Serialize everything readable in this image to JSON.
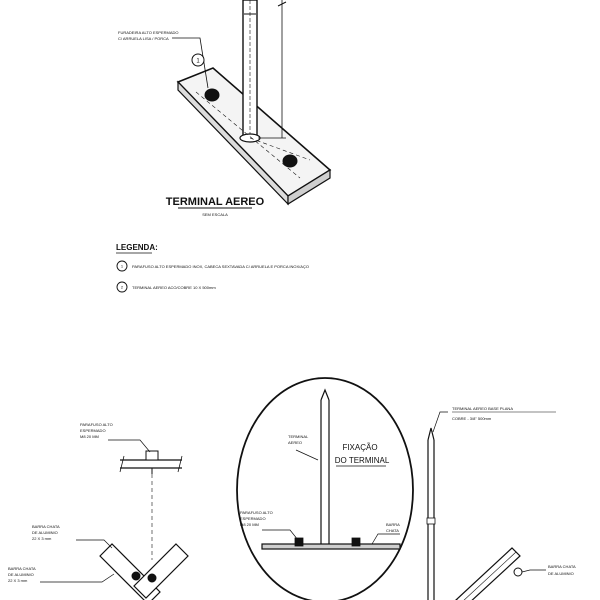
{
  "top_detail": {
    "callout_1": [
      "FURADEIRA ALTO ESPERMADO",
      "C/ ARRUELA LISA / PORCA"
    ],
    "marker": "1",
    "title": "TERMINAL AEREO",
    "subtitle": "SEM ESCALA"
  },
  "legend": {
    "heading": "LEGENDA:",
    "items": [
      {
        "num": "1",
        "text": "PARAFUSO ALTO ESPERMADO INOX, CABECA SEXTAVADA C/ ARRUELA E PORCA INOX/AÇO"
      },
      {
        "num": "2",
        "text": "TERMINAL AEREO ACO/COBRE 10 X 500mm"
      }
    ]
  },
  "bottom_left": {
    "bolt_label": [
      "PARAFUSO ALTO",
      "ESPERMADO",
      "M8 20 MM"
    ],
    "bar_label_1": [
      "BARRA CHATA",
      "DE ALUMINIO",
      "22 X 3 mm"
    ],
    "bar_label_2": [
      "BARRA CHATA",
      "DE ALUMINIO",
      "22 X 3 mm"
    ]
  },
  "ellipse_detail": {
    "title_lines": [
      "FIXAÇÃO",
      "DO TERMINAL"
    ],
    "terminal_label": [
      "TERMINAL",
      "AEREO"
    ],
    "bolt_label": [
      "PARAFUSO ALTO",
      "ESPERMADO",
      "M8 20 MM"
    ],
    "bar_label": [
      "BARRA",
      "CHATA"
    ]
  },
  "bottom_right": {
    "terminal_label": [
      "TERMINAL AEREO BASE PLANA",
      "COBRE - 3/8\" 500mm"
    ],
    "bar_label": [
      "BARRA CHATA",
      "DE ALUMINIO"
    ]
  },
  "colors": {
    "ink": "#111111",
    "paper": "#ffffff",
    "shade": "#cfcfcf"
  }
}
